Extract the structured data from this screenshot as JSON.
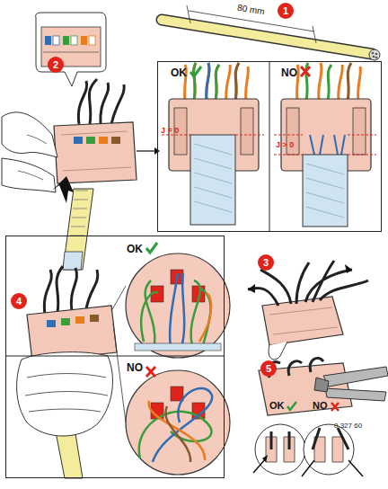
{
  "diagram": {
    "nodes": [
      {
        "text": [
          "OK",
          "NO",
          "J = 0",
          "J > 0"
        ]
      },
      {
        "text": [
          "OK",
          "NO"
        ]
      }
    ],
    "labels": [
      "1",
      "80 mm",
      "2",
      "3",
      "4",
      "5",
      "0 327 60",
      "OK",
      "NO"
    ]
  }
}
